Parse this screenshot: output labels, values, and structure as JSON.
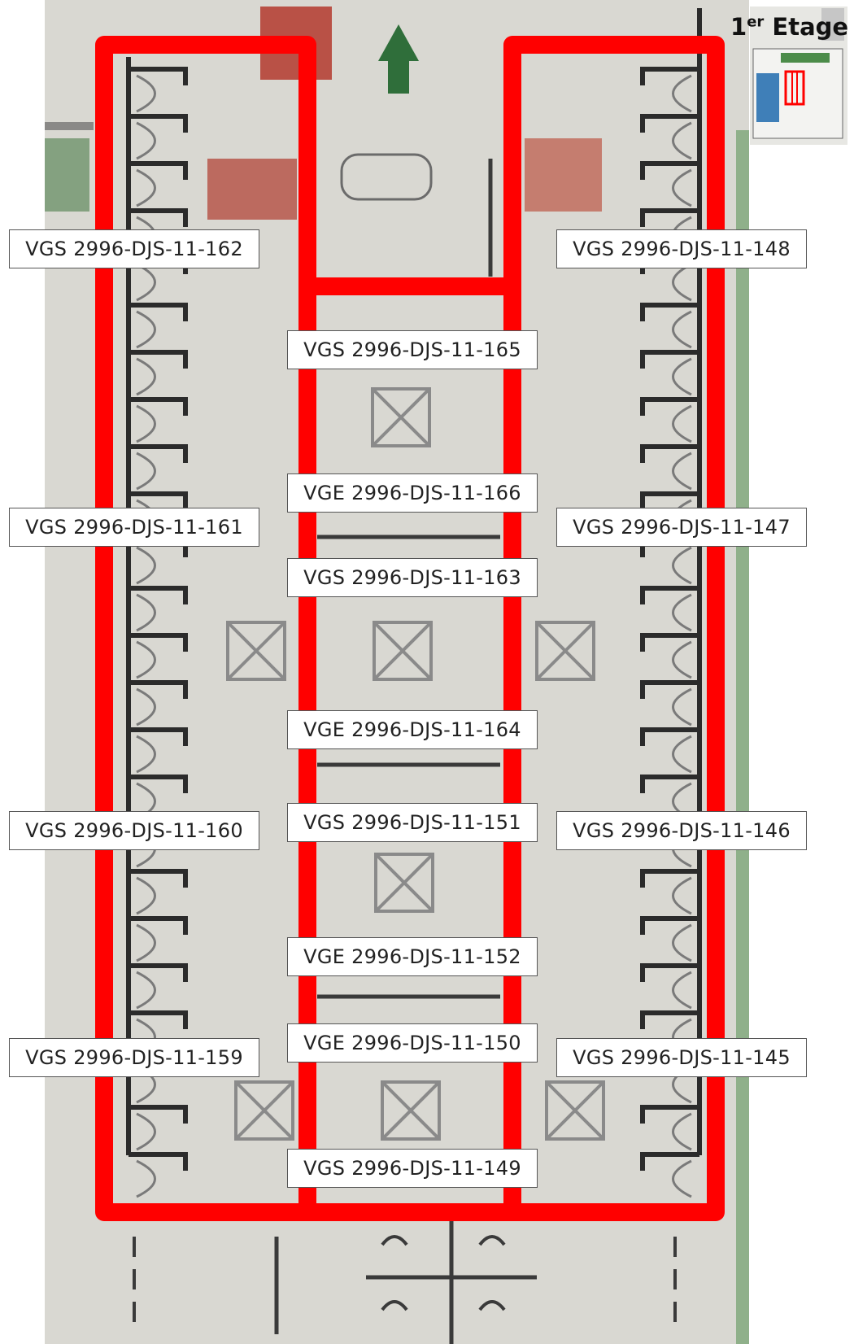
{
  "floor_label": {
    "number": "1",
    "suffix": "er",
    "word": "Etage"
  },
  "labels": {
    "l162": "VGS 2996-DJS-11-162",
    "l148": "VGS 2996-DJS-11-148",
    "l165": "VGS 2996-DJS-11-165",
    "l166": "VGE 2996-DJS-11-166",
    "l161": "VGS 2996-DJS-11-161",
    "l147": "VGS 2996-DJS-11-147",
    "l163": "VGS 2996-DJS-11-163",
    "l164": "VGE 2996-DJS-11-164",
    "l160": "VGS 2996-DJS-11-160",
    "l151": "VGS 2996-DJS-11-151",
    "l146": "VGS 2996-DJS-11-146",
    "l152": "VGE 2996-DJS-11-152",
    "l159": "VGS 2996-DJS-11-159",
    "l150": "VGE 2996-DJS-11-150",
    "l145": "VGS 2996-DJS-11-145",
    "l149": "VGS 2996-DJS-11-149"
  },
  "colors": {
    "route": "#ff0000",
    "plan_bg": "#d9d8d2",
    "wall": "#2b2b2b"
  }
}
